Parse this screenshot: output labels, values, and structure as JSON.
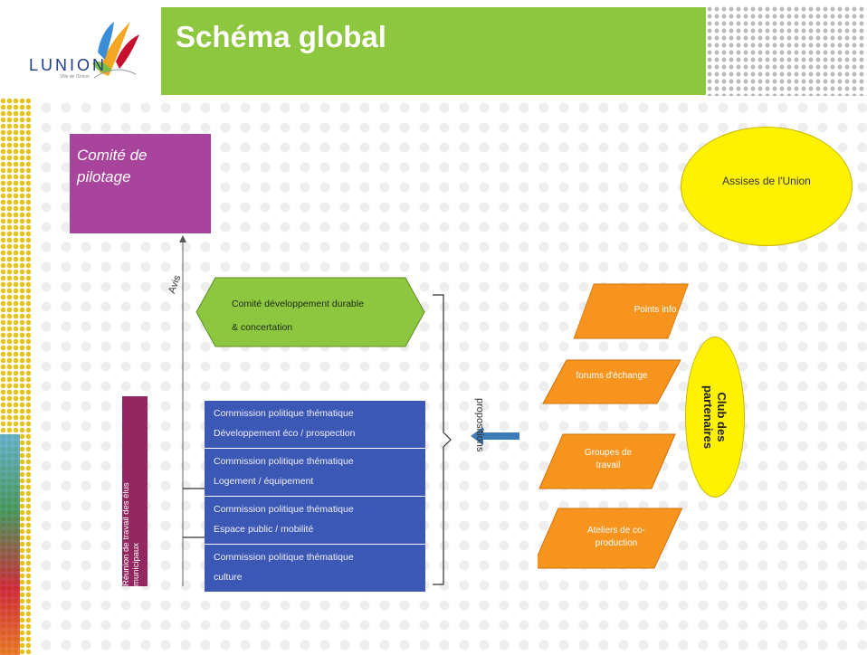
{
  "logo": {
    "text": "LUNION",
    "subtitle": "Ville de l'Union"
  },
  "title": "Schéma global",
  "colors": {
    "title_green": "#8dc63f",
    "purple": "#a8449c",
    "plum": "#93275f",
    "commission_blue": "#3c58b5",
    "orange": "#f7941d",
    "yellow": "#fff200",
    "green_hex": "#8dc63f"
  },
  "comite_pilotage": {
    "line1": "Comité de",
    "line2": "pilotage"
  },
  "assises": "Assises de l'Union",
  "comite_dd": {
    "line1": "Comité développement durable",
    "line2": "& concertation"
  },
  "avis": "Avis",
  "reunion": {
    "line1": "Réunion de travail des élus",
    "line2": "municipaux"
  },
  "commissions": [
    {
      "line1": "Commission politique thématique",
      "line2": "Développement éco / prospection"
    },
    {
      "line1": "Commission politique thématique",
      "line2": "Logement / équipement"
    },
    {
      "line1": "Commission politique thématique",
      "line2": "Espace public / mobilité"
    },
    {
      "line1": "Commission politique thématique",
      "line2": "culture"
    }
  ],
  "propositions": "propositions",
  "partners": [
    {
      "line1": "Points info",
      "line2": ""
    },
    {
      "line1": "forums d'échange",
      "line2": ""
    },
    {
      "line1": "Groupes de",
      "line2": "travail"
    },
    {
      "line1": "Ateliers de co-",
      "line2": "production"
    }
  ],
  "club": {
    "line1": "Club des",
    "line2": "partenaires"
  }
}
